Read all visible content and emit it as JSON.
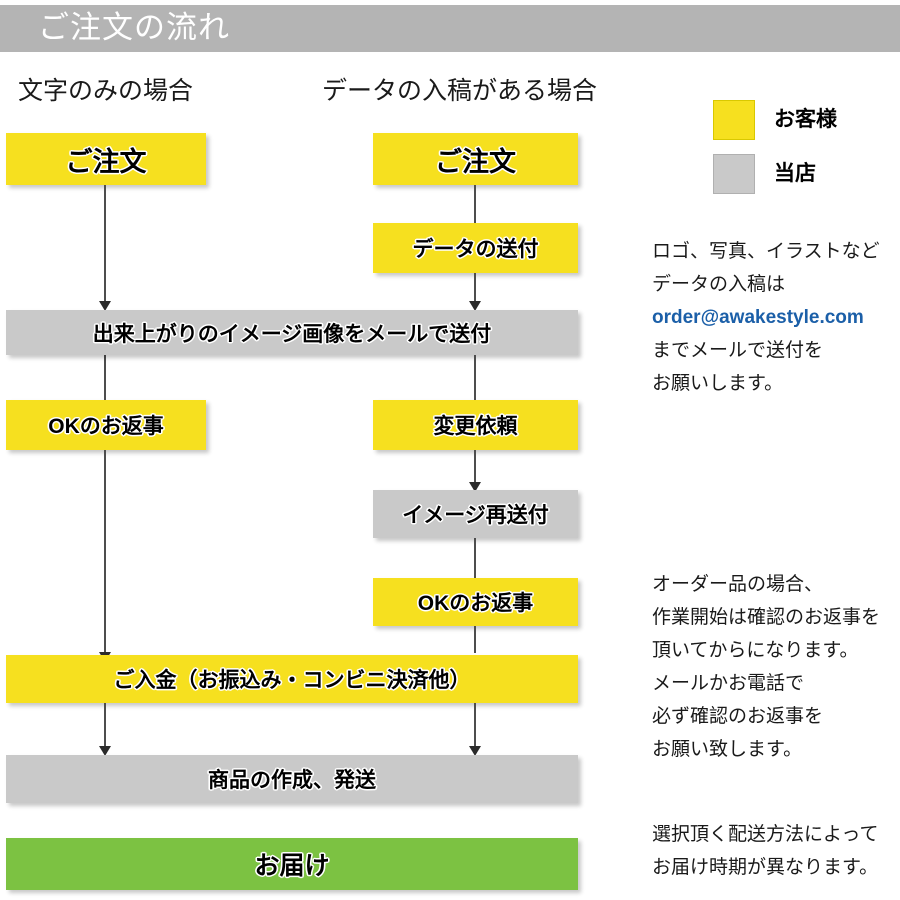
{
  "header": {
    "title": "ご注文の流れ"
  },
  "columns": {
    "left_caption": "文字のみの場合",
    "right_caption": "データの入稿がある場合"
  },
  "legend": {
    "items": [
      {
        "label": "お客様",
        "color": "#f6e01f",
        "swatch": "yellow-swatch"
      },
      {
        "label": "当店",
        "color": "#c9c9c9",
        "swatch": "grey-swatch"
      }
    ]
  },
  "flow": {
    "left": [
      {
        "label": "ご注文",
        "color": "#f6e01f",
        "role": "customer"
      },
      {
        "label": "OKのお返事",
        "color": "#f6e01f",
        "role": "customer"
      }
    ],
    "right": [
      {
        "label": "ご注文",
        "color": "#f6e01f",
        "role": "customer"
      },
      {
        "label": "データの送付",
        "color": "#f6e01f",
        "role": "customer"
      },
      {
        "label": "変更依頼",
        "color": "#f6e01f",
        "role": "customer"
      },
      {
        "label": "イメージ再送付",
        "color": "#c9c9c9",
        "role": "shop"
      },
      {
        "label": "OKのお返事",
        "color": "#f6e01f",
        "role": "customer"
      }
    ],
    "shared": [
      {
        "label": "出来上がりのイメージ画像をメールで送付",
        "color": "#c9c9c9",
        "role": "shop"
      },
      {
        "label": "ご入金（お振込み・コンビニ決済他）",
        "color": "#f6e01f",
        "role": "customer"
      },
      {
        "label": "商品の作成、発送",
        "color": "#c9c9c9",
        "role": "shop"
      },
      {
        "label": "お届け",
        "color": "#7cc242",
        "role": "delivery"
      }
    ]
  },
  "notes": {
    "data_submission": {
      "line1": "ロゴ、写真、イラストなど",
      "line2": "データの入稿は",
      "email": "order@awakestyle.com",
      "line4": "までメールで送付を",
      "line5": "お願いします。"
    },
    "order_confirm": {
      "line1": "オーダー品の場合、",
      "line2": "作業開始は確認のお返事を",
      "line3": "頂いてからになります。",
      "line4": "メールかお電話で",
      "line5": "必ず確認のお返事を",
      "line6": "お願い致します。"
    },
    "shipping": {
      "line1": "選択頂く配送方法によって",
      "line2": "お届け時期が異なります。"
    }
  }
}
